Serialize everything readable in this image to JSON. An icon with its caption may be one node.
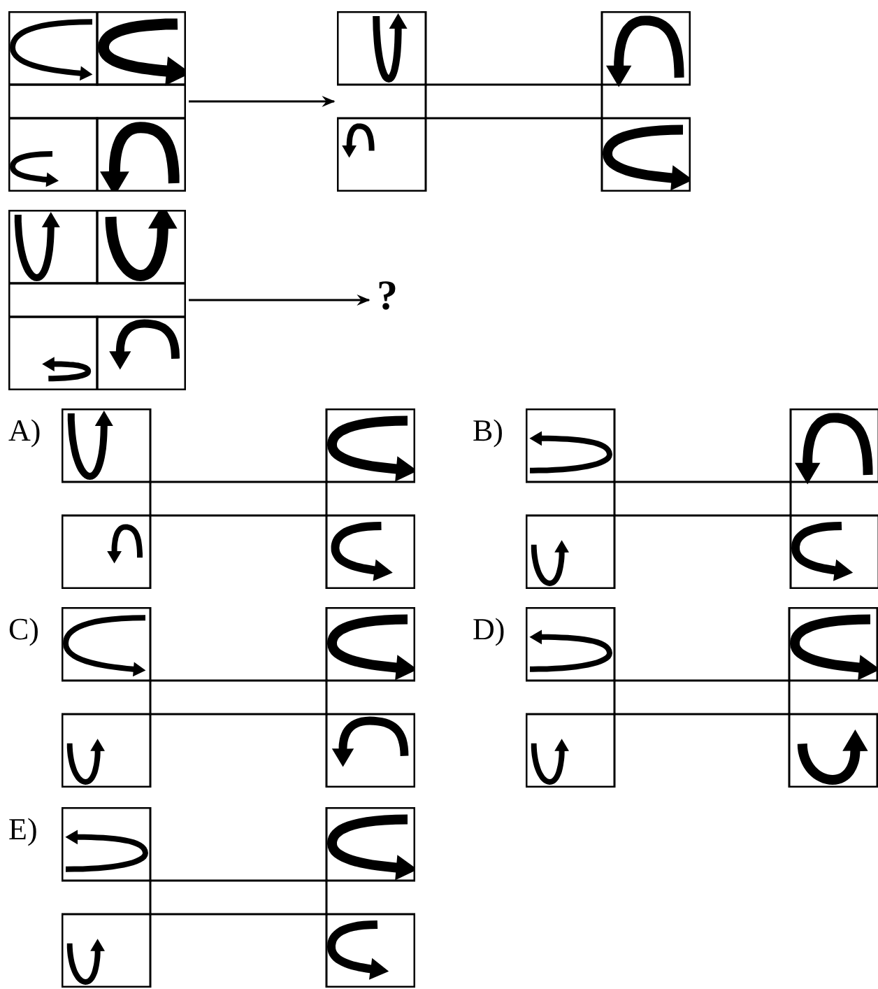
{
  "diagram": {
    "nodes": [
      {
        "text": [],
        "shape": "picture"
      },
      {
        "text": [],
        "shape": "picture"
      },
      {
        "text": [],
        "shape": "picture"
      },
      {
        "text": [
          "?"
        ]
      }
    ],
    "edges": [
      {
        "from": 0,
        "to": 1,
        "arrow": "to"
      },
      {
        "from": 2,
        "to": 3,
        "arrow": "to"
      }
    ],
    "labels": [
      "A)",
      "B)",
      "C)",
      "D)",
      "E)"
    ]
  }
}
